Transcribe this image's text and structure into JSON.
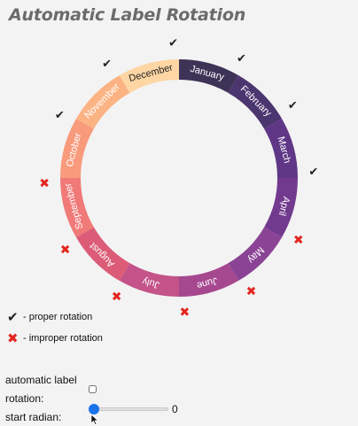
{
  "title": "Automatic Label Rotation",
  "months": [
    {
      "label": "January",
      "color": "#3d3356",
      "rotation": "proper"
    },
    {
      "label": "February",
      "color": "#4b3670",
      "rotation": "proper"
    },
    {
      "label": "March",
      "color": "#5f3786",
      "rotation": "proper"
    },
    {
      "label": "April",
      "color": "#723a8f",
      "rotation": "improper"
    },
    {
      "label": "May",
      "color": "#8b4495",
      "rotation": "improper"
    },
    {
      "label": "June",
      "color": "#a6488f",
      "rotation": "improper"
    },
    {
      "label": "July",
      "color": "#c35388",
      "rotation": "improper"
    },
    {
      "label": "August",
      "color": "#dc5c78",
      "rotation": "improper"
    },
    {
      "label": "September",
      "color": "#f07a78",
      "rotation": "improper"
    },
    {
      "label": "October",
      "color": "#f89a7c",
      "rotation": "proper"
    },
    {
      "label": "November",
      "color": "#fcb384",
      "rotation": "proper"
    },
    {
      "label": "December",
      "color": "#fdd6a4",
      "rotation": "proper"
    }
  ],
  "icons": {
    "proper": "check-icon",
    "improper": "cross-icon"
  },
  "marker_colors": {
    "proper": "#222222",
    "improper": "#e3261f"
  },
  "legend": {
    "proper_glyph": "✔",
    "proper_text": "- proper rotation",
    "improper_glyph": "✖",
    "improper_text": "- improper rotation"
  },
  "controls": {
    "auto_rotation_label_line1": "automatic label",
    "auto_rotation_label_line2": "rotation:",
    "auto_rotation_checked": false,
    "start_radian_label": "start radian:",
    "start_radian_value": "0",
    "start_radian_fraction": 0
  }
}
